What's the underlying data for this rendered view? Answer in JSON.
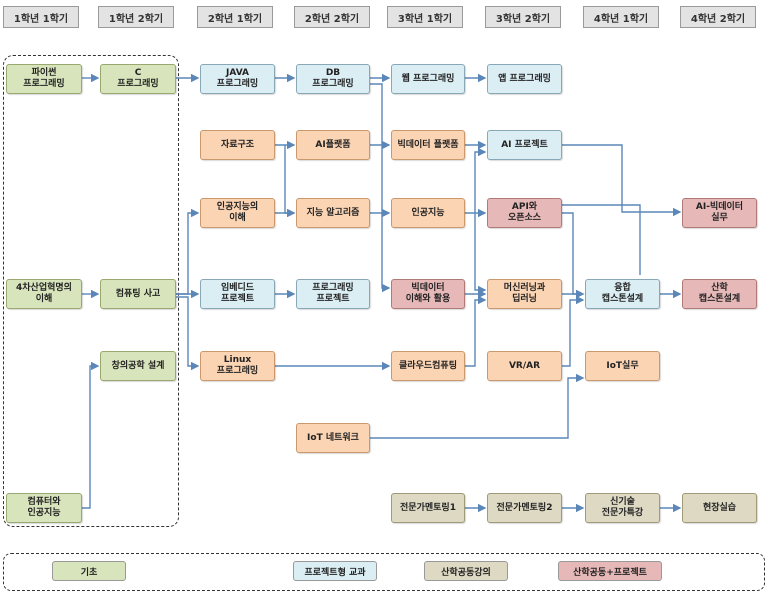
{
  "semesters": [
    "1학년 1학기",
    "1학년 2학기",
    "2학년 1학기",
    "2학년 2학기",
    "3학년 1학기",
    "3학년 2학기",
    "4학년 1학기",
    "4학년 2학기"
  ],
  "courses": {
    "python": "파이썬\n프로그래밍",
    "c": "C\n프로그래밍",
    "java": "JAVA\n프로그래밍",
    "db": "DB\n프로그래밍",
    "web": "웹 프로그래밍",
    "app": "앱 프로그래밍",
    "ds": "자료구조",
    "ai_platform": "AI플랫폼",
    "bigdata_platform": "빅데이터 플랫폼",
    "ai_project": "AI 프로젝트",
    "ai_intro": "인공지능의\n이해",
    "algorithm": "지능 알고리즘",
    "ai": "인공지능",
    "api": "API와\n오픈소스",
    "ai_bigdata": "AI-빅데이터\n실무",
    "industry4": "4차산업혁명의\n이해",
    "computing": "컴퓨팅 사고",
    "embedded": "임베디드\n프로젝트",
    "programming_project": "프로그래밍\n프로젝트",
    "bigdata": "빅데이터\n이해와 활용",
    "ml": "머신러닝과\n딥러닝",
    "fusion_capstone": "융합\n캡스톤설계",
    "industry_capstone": "산학\n캡스톤설계",
    "creative": "창의공학 설계",
    "linux": "Linux\n프로그래밍",
    "cloud": "클라우드컴퓨팅",
    "vrar": "VR/AR",
    "iot_practice": "IoT실무",
    "iot_network": "IoT 네트워크",
    "computer_ai": "컴퓨터와\n인공지능",
    "mentoring1": "전문가멘토링1",
    "mentoring2": "전문가멘토링2",
    "newtech": "신기술\n전문가특강",
    "field": "현장실습"
  },
  "legend": {
    "basic": "기초",
    "project": "프로젝트형 교과",
    "coop": "산학공동강의",
    "coop_project": "산학공동+프로젝트"
  },
  "colors": {
    "basic": "#d8e4bc",
    "project": "#dbeef4",
    "coop": "#ddd9c3",
    "project_orange": "#fbd4b4",
    "coop_project": "#e6b9b8",
    "arrow": "#5b87b8"
  }
}
